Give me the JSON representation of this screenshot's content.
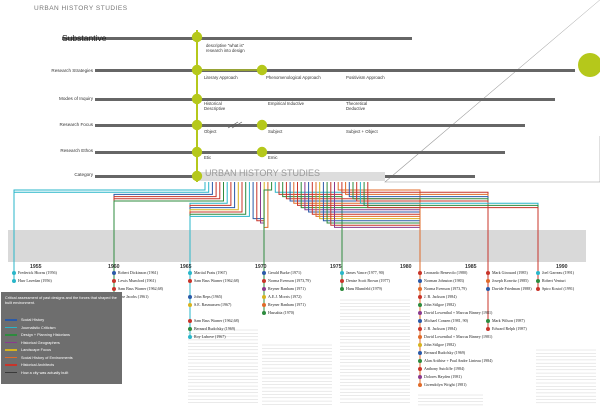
{
  "title": "URBAN HISTORY STUDIES",
  "rows": {
    "substantive": "Substantive",
    "substantive_desc": "descriptive \"what is\" research into design",
    "research_strategies": "Research Strategies",
    "modes_of_inquiry": "Modes of Inquiry",
    "research_focus": "Research Focus",
    "research_ethos": "Research Ethos",
    "category": "Category"
  },
  "stages": {
    "literary": "Literary Approach",
    "phenomenological": "Phenomenological Approach",
    "positivism": "Positivism Approach",
    "historical": "Historical Descriptive",
    "empirical": "Empirical Inductive",
    "theoretical": "Theoretical Deductive",
    "object": "Object",
    "subject": "Subject",
    "subject_object": "Subject + Object",
    "etic": "Etic",
    "emic": "Emic",
    "category_band": "URBAN HISTORY STUDIES"
  },
  "timeline": {
    "years": [
      "1955",
      "1960",
      "1965",
      "1970",
      "1975",
      "1980",
      "1985",
      "1990"
    ],
    "year_positions_note": ""
  },
  "people": [
    {
      "name": "Frederick Hiorns (1956)",
      "color": "#29b6c9",
      "col": 0,
      "row": 0
    },
    {
      "name": "Harr Lavedan (1956)",
      "color": "#29b6c9",
      "col": 0,
      "row": 1
    },
    {
      "name": "Robert Dickinson (1961)",
      "color": "#2a5aa8",
      "col": 1,
      "row": 0
    },
    {
      "name": "Lewis Mumford (1961)",
      "color": "#c8342a",
      "col": 1,
      "row": 1
    },
    {
      "name": "Sam Bass Warner (1962,68)",
      "color": "#c8342a",
      "col": 1,
      "row": 2
    },
    {
      "name": "Jane Jacobs (1961)",
      "color": "#2e8b3e",
      "col": 1,
      "row": 3
    },
    {
      "name": "Martial Pratu (1967)",
      "color": "#29b6c9",
      "col": 2,
      "row": 0
    },
    {
      "name": "Sam Bass Warner (1962,68)",
      "color": "#c8342a",
      "col": 2,
      "row": 1
    },
    {
      "name": "John Reps (1965)",
      "color": "#2a5aa8",
      "col": 2,
      "row": 3
    },
    {
      "name": "S.E. Rasmussen (1967)",
      "color": "#d6b31f",
      "col": 2,
      "row": 4
    },
    {
      "name": "Sam Bass Warner (1962,68)",
      "color": "#c8342a",
      "col": 2,
      "row": 6
    },
    {
      "name": "Bernard Rudofsky (1969)",
      "color": "#2e8b3e",
      "col": 2,
      "row": 7
    },
    {
      "name": "Roy Lubove (1967)",
      "color": "#29b6c9",
      "col": 2,
      "row": 8
    },
    {
      "name": "Gerald Burke (1971)",
      "color": "#2a5aa8",
      "col": 3,
      "row": 0
    },
    {
      "name": "Norma Evenson (1973,79)",
      "color": "#c8342a",
      "col": 3,
      "row": 1
    },
    {
      "name": "Reyner Banham (1971)",
      "color": "#8a3a8f",
      "col": 3,
      "row": 2
    },
    {
      "name": "A.E.J. Morris (1972)",
      "color": "#d6b31f",
      "col": 3,
      "row": 3
    },
    {
      "name": "Reyner Banham (1971)",
      "color": "#e06b2a",
      "col": 3,
      "row": 4
    },
    {
      "name": "Hassabia (1970)",
      "color": "#2e8b3e",
      "col": 3,
      "row": 5
    },
    {
      "name": "James Vance (1977, 90)",
      "color": "#29b6c9",
      "col": 4,
      "row": 0
    },
    {
      "name": "Denise Scott Brown (1977)",
      "color": "#c8342a",
      "col": 4,
      "row": 1
    },
    {
      "name": "Hans Blumfeld (1979)",
      "color": "#2e8b3e",
      "col": 4,
      "row": 2
    },
    {
      "name": "Leonardo Benevolo (1980)",
      "color": "#c8342a",
      "col": 5,
      "row": 0
    },
    {
      "name": "Norman Johnston (1983)",
      "color": "#2a5aa8",
      "col": 5,
      "row": 1
    },
    {
      "name": "Norma Evenson (1973,79)",
      "color": "#e06b2a",
      "col": 5,
      "row": 2
    },
    {
      "name": "J. B. Jackson (1984)",
      "color": "#c8342a",
      "col": 5,
      "row": 3
    },
    {
      "name": "John Stilgoe (1982)",
      "color": "#2e8b3e",
      "col": 5,
      "row": 4
    },
    {
      "name": "David Lowenthal + Marcus Binney (1981)",
      "color": "#8a3a8f",
      "col": 5,
      "row": 5
    },
    {
      "name": "Michael Conzen (1981, 90)",
      "color": "#2a5aa8",
      "col": 5,
      "row": 6
    },
    {
      "name": "J. B. Jackson (1984)",
      "color": "#c8342a",
      "col": 5,
      "row": 7
    },
    {
      "name": "David Lowenthal + Marcus Binney (1981)",
      "color": "#e06b2a",
      "col": 5,
      "row": 8
    },
    {
      "name": "John Stilgoe (1982)",
      "color": "#d6b31f",
      "col": 5,
      "row": 9
    },
    {
      "name": "Bernard Rudofsky (1969)",
      "color": "#2a5aa8",
      "col": 5,
      "row": 10
    },
    {
      "name": "Alan Artibise + Paul Andre Linteau (1984)",
      "color": "#2e8b3e",
      "col": 5,
      "row": 11
    },
    {
      "name": "Anthony Sutcliffe (1984)",
      "color": "#c8342a",
      "col": 5,
      "row": 12
    },
    {
      "name": "Dolores Hayden (1981)",
      "color": "#8a3a8f",
      "col": 5,
      "row": 13
    },
    {
      "name": "Gwendolyn Wright (1981)",
      "color": "#e06b2a",
      "col": 5,
      "row": 14
    },
    {
      "name": "Mark Girouard (1985)",
      "color": "#c8342a",
      "col": 6,
      "row": 0
    },
    {
      "name": "Joseph Konvitz (1985)",
      "color": "#e06b2a",
      "col": 6,
      "row": 1
    },
    {
      "name": "Davide Friedman (1988)",
      "color": "#2a5aa8",
      "col": 6,
      "row": 2
    },
    {
      "name": "Mark Wilson (1987)",
      "color": "#2e8b3e",
      "col": 6,
      "row": 6
    },
    {
      "name": "Edward Relph (1987)",
      "color": "#c8342a",
      "col": 6,
      "row": 7
    },
    {
      "name": "Joel Garreau (1991)",
      "color": "#29b6c9",
      "col": 7,
      "row": 0
    },
    {
      "name": "Robert Venturi",
      "color": "#2e8b3e",
      "col": 7,
      "row": 1
    },
    {
      "name": "Spiro Kostof (1991)",
      "color": "#c8342a",
      "col": 7,
      "row": 2
    }
  ],
  "legend": {
    "intro": "Critical assessment of past designs and the forces that shaped the built environment.",
    "items": [
      {
        "label": "Social History",
        "color": "#2a5aa8"
      },
      {
        "label": "Journalistic Criticism",
        "color": "#29b6c9"
      },
      {
        "label": "Design + Planning Historians",
        "color": "#2e8b3e"
      },
      {
        "label": "Historical Geographers",
        "color": "#8a3a8f"
      },
      {
        "label": "Landscape Focus",
        "color": "#d6b31f"
      },
      {
        "label": "Social History of Environments",
        "color": "#e06b2a"
      },
      {
        "label": "Historical Architects",
        "color": "#c8342a"
      },
      {
        "label": "How a city was actually built",
        "color": "#3a3a3a"
      }
    ]
  },
  "colors": {
    "accent": "#b5c81b",
    "bar": "#666666",
    "band": "#dddddd"
  }
}
